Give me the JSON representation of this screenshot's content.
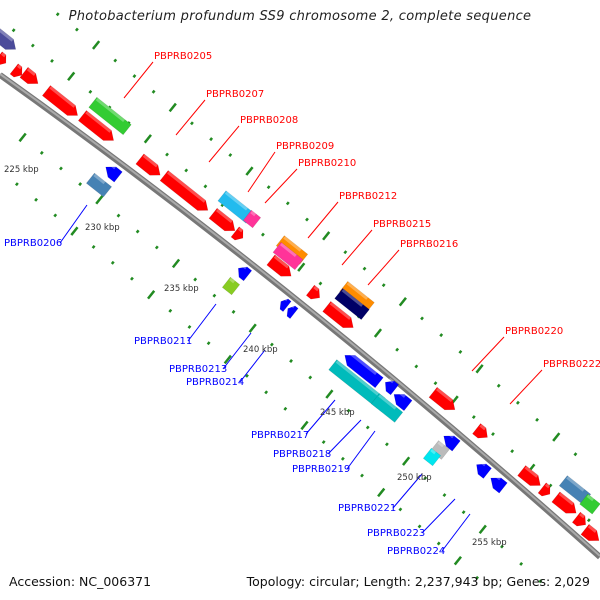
{
  "title": "Photobacterium profundum SS9 chromosome 2, complete sequence",
  "accession": "Accession: NC_006371",
  "summary": "Topology: circular; Length: 2,237,943 bp; Genes: 2,029",
  "colors": {
    "forward_label": "#ff0000",
    "reverse_label": "#0000ff",
    "backbone": "#888888",
    "ticks": "#228B22"
  },
  "tick_labels": [
    "225 kbp",
    "230 kbp",
    "235 kbp",
    "240 kbp",
    "245 kbp",
    "250 kbp",
    "255 kbp"
  ],
  "forward_genes": [
    "PBPRB0205",
    "PBPRB0207",
    "PBPRB0208",
    "PBPRB0209",
    "PBPRB0210",
    "PBPRB0212",
    "PBPRB0215",
    "PBPRB0216",
    "PBPRB0220",
    "PBPRB0222"
  ],
  "reverse_genes": [
    "PBPRB0206",
    "PBPRB0211",
    "PBPRB0213",
    "PBPRB0214",
    "PBPRB0217",
    "PBPRB0218",
    "PBPRB0219",
    "PBPRB0221",
    "PBPRB0223",
    "PBPRB0224"
  ]
}
